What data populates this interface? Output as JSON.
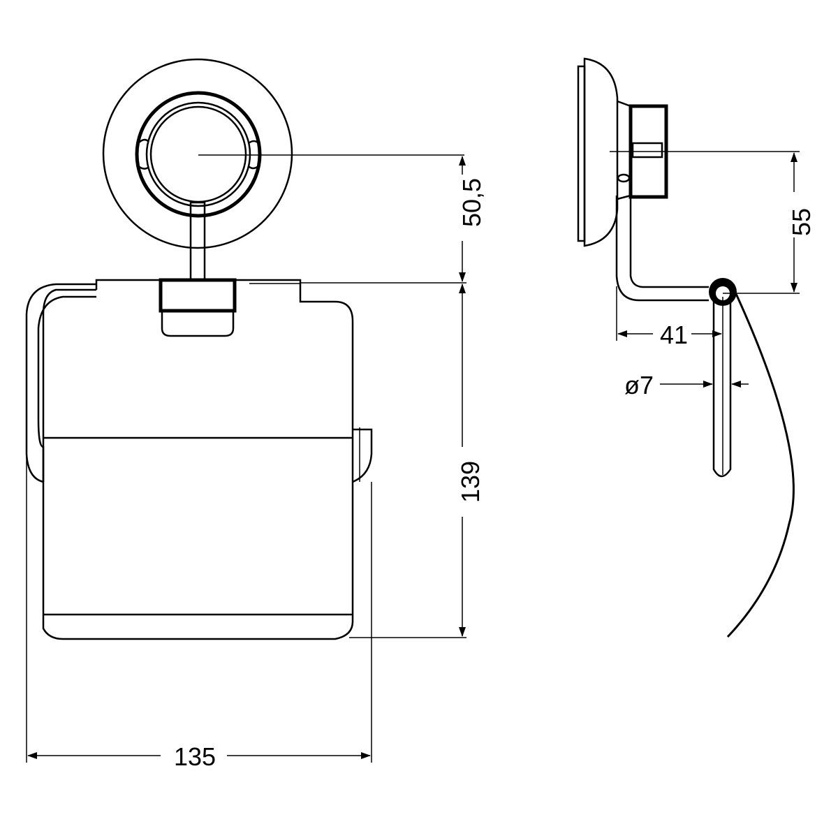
{
  "drawing": {
    "front_view": {
      "dim_height_to_center": "50,5",
      "dim_height": "139",
      "dim_width": "135"
    },
    "side_view": {
      "dim_center_to_arm": "55",
      "dim_depth": "41",
      "dim_rod_diameter": "ø7"
    },
    "colors": {
      "line": "#000000",
      "background": "#ffffff"
    }
  }
}
